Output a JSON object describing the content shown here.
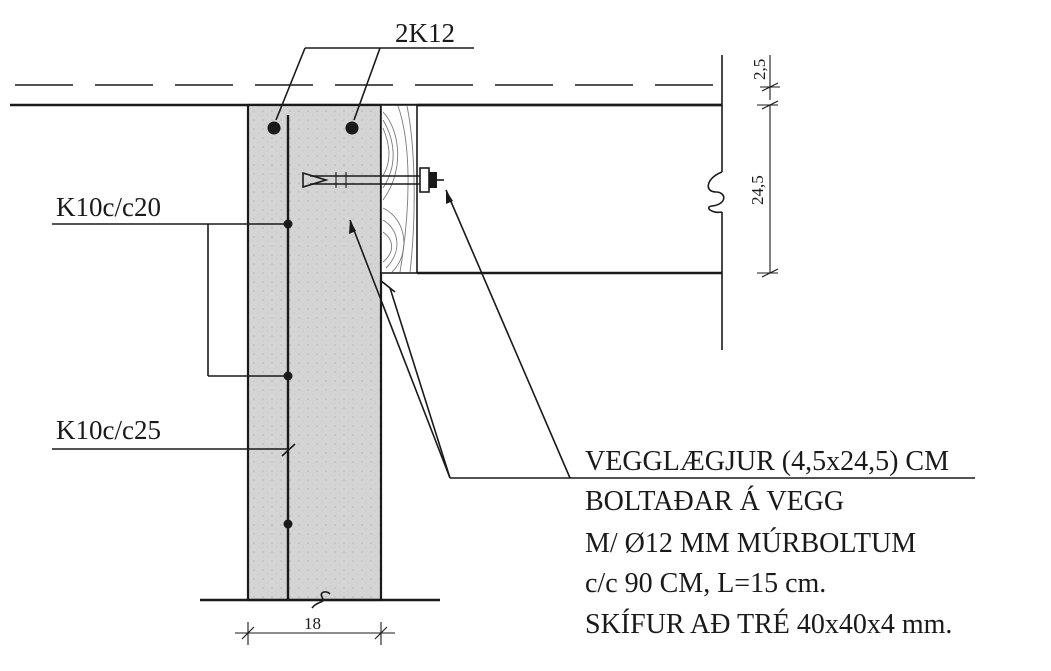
{
  "labels": {
    "top_rebar": "2K12",
    "stirrup_upper": "K10c/c20",
    "stirrup_lower": "K10c/c25",
    "wall_thickness": "18",
    "dim_top": "2,5",
    "dim_beam": "24,5"
  },
  "note_lines": [
    "VEGGLÆGJUR (4,5x24,5) CM",
    "BOLTAÐAR Á VEGG",
    "M/ Ø12 MM MÚRBOLTUM",
    "c/c 90 CM, L=15 cm.",
    "SKÍFUR AÐ TRÉ 40x40x4 mm."
  ],
  "colors": {
    "ink": "#1a1a1a",
    "concrete_fill": "#d6d6d6",
    "wood_grain": "#7a7a7a"
  }
}
